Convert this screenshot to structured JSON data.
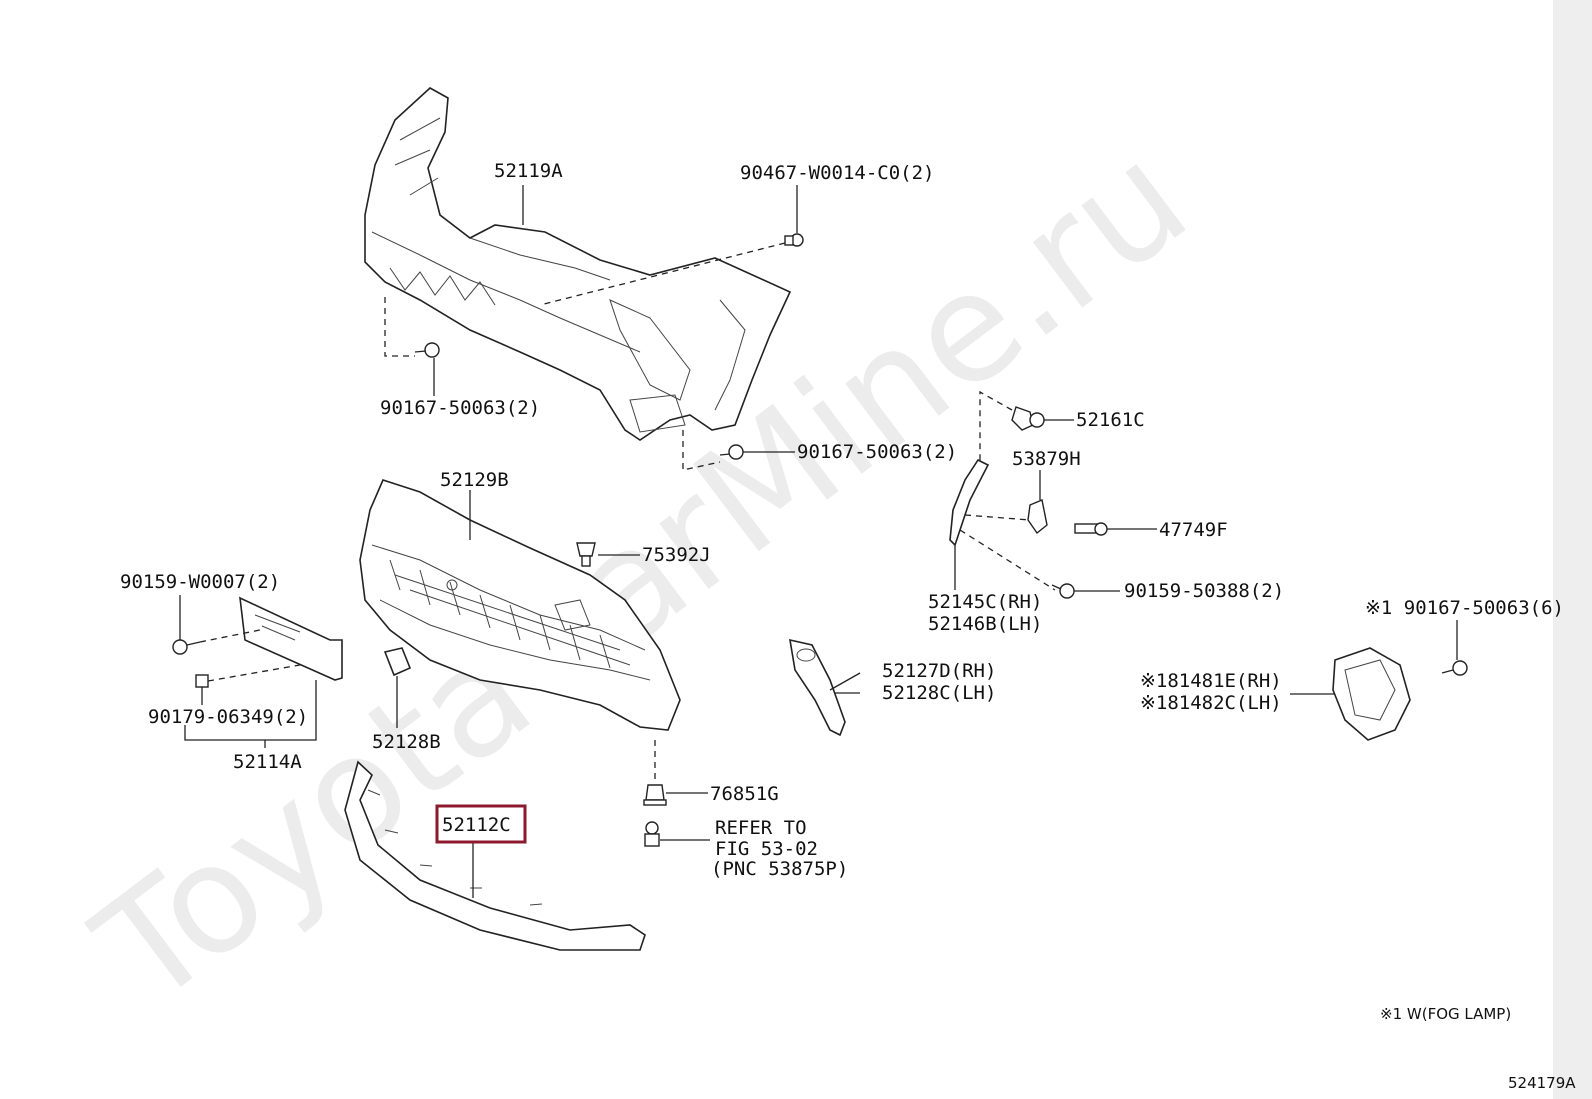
{
  "watermark": "ToyotaCarMine.ru",
  "figure_number": "524179A",
  "note": "※1 W(FOG LAMP)",
  "highlight_color": "#8b1a2e",
  "parts": {
    "p52119A": "52119A",
    "p90467": "90467-W0014-C0(2)",
    "p90167_top": "90167-50063(2)",
    "p90167_mid": "90167-50063(2)",
    "p52161C": "52161C",
    "p53879H": "53879H",
    "p47749F": "47749F",
    "p52145C": "52145C(RH)",
    "p52146B": "52146B(LH)",
    "p90159_50388": "90159-50388(2)",
    "p90167_fog": "※1 90167-50063(6)",
    "p81481E": "※181481E(RH)",
    "p81482C": "※181482C(LH)",
    "p52129B": "52129B",
    "p75392J": "75392J",
    "p90159_w0007": "90159-W0007(2)",
    "p90179": "90179-06349(2)",
    "p52114A": "52114A",
    "p52128B": "52128B",
    "p52127D": "52127D(RH)",
    "p52128C": "52128C(LH)",
    "p76851G": "76851G",
    "p52112C": "52112C"
  },
  "refer": {
    "line1": "REFER TO",
    "line2": "FIG 53-02",
    "line3": "(PNC 53875P)"
  }
}
